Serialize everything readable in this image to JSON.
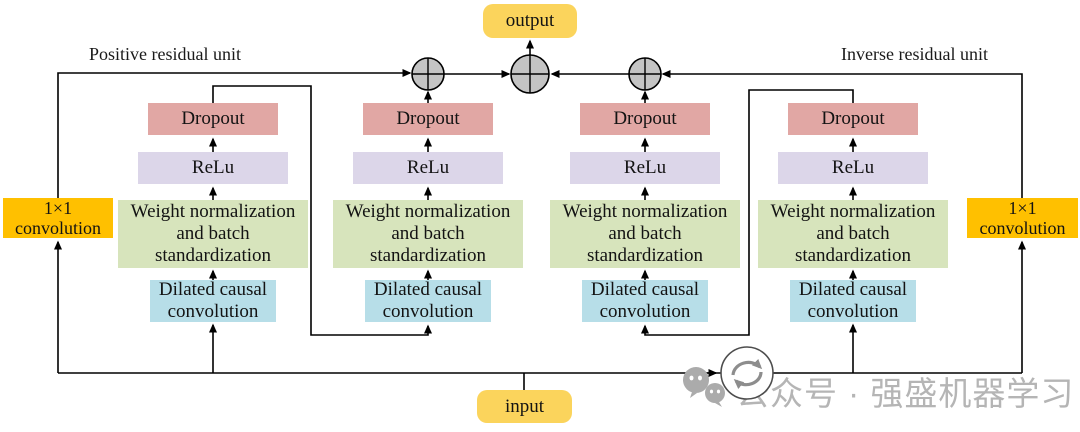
{
  "diagram": {
    "labels": {
      "positive_unit": "Positive residual unit",
      "inverse_unit": "Inverse residual unit",
      "output": "output",
      "input": "input"
    },
    "conv1x1": {
      "line1": "1×1",
      "line2": "convolution"
    },
    "block_labels": {
      "dropout": "Dropout",
      "relu": "ReLu",
      "weight_norm_line1": "Weight normalization",
      "weight_norm_line2": "and batch",
      "weight_norm_line3": "standardization",
      "dilated_line1": "Dilated causal",
      "dilated_line2": "convolution"
    },
    "add_node_symbol": "⊕"
  },
  "watermark": {
    "text": "公众号 · 强盛机器学习"
  },
  "colors": {
    "box_dropout": "#e1a7a4",
    "box_relu": "#dcd6e9",
    "box_weight_norm": "#d7e4bc",
    "box_dilated": "#b7dee8",
    "box_input_output": "#fbd45c",
    "box_conv1x1": "#ffc000",
    "add_node_fill": "#c4c4c4",
    "line": "#000000",
    "watermark_gray": "#b5b5b5"
  }
}
